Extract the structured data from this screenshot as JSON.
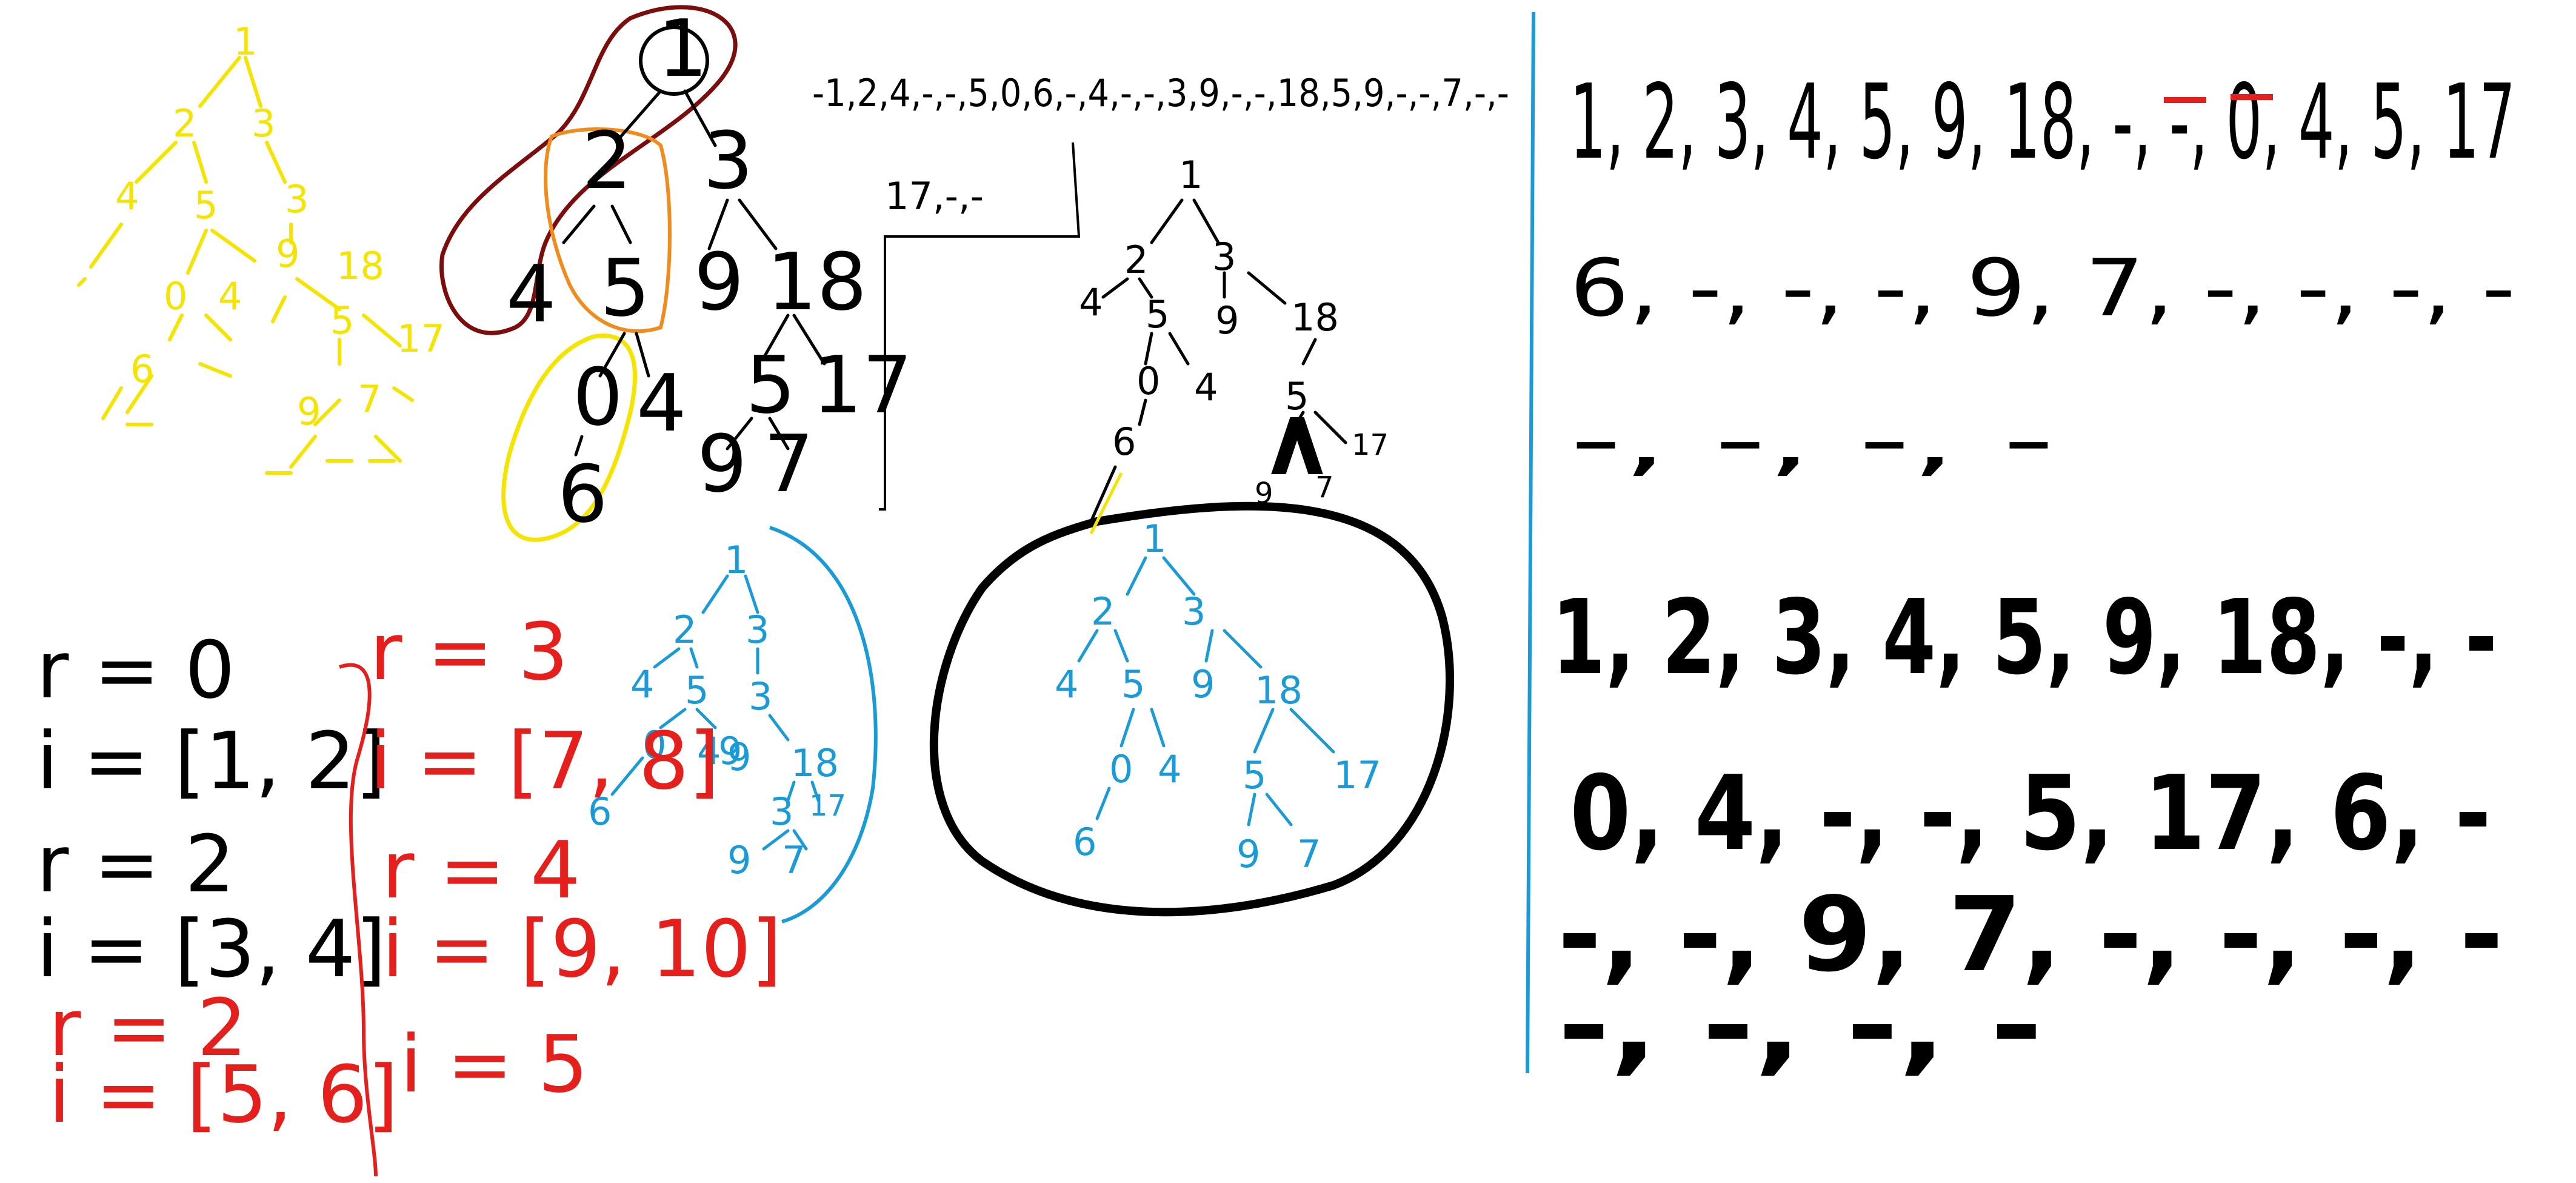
{
  "colors": {
    "yellow": "#f5e400",
    "red": "#e5201c",
    "blue": "#1a9ad6",
    "black": "#000000",
    "darkred": "#7b0d0d",
    "orange": "#f08c1e"
  },
  "top_tree": {
    "nodes": [
      "1",
      "2",
      "3",
      "4",
      "5",
      "9",
      "18",
      "0",
      "4",
      "5",
      "17",
      "6",
      "9",
      "7"
    ]
  },
  "top_sequence": "-1,2,4,-,-,5,0,6,-,4,-,-,3,9,-,-,18,5,9,-,-,7,-,-",
  "top_sequence_tail": "17,-,-",
  "middle_tree": {
    "nodes": [
      "1",
      "2",
      "3",
      "4",
      "5",
      "9",
      "18",
      "0",
      "4",
      "5",
      "17",
      "6",
      "9",
      "7"
    ]
  },
  "circled_tree": {
    "nodes": [
      "1",
      "2",
      "3",
      "4",
      "5",
      "9",
      "18",
      "0",
      "4",
      "5",
      "17",
      "6",
      "9",
      "7"
    ]
  },
  "blue_tree": {
    "nodes": [
      "1",
      "2",
      "3",
      "4",
      "5",
      "3",
      "9",
      "18",
      "6",
      "0",
      "4",
      "9",
      "3",
      "17",
      "9",
      "7"
    ]
  },
  "level_notes": {
    "col1": [
      {
        "r": "r = 0",
        "i": "i = [1, 2]"
      },
      {
        "r": "r = 2",
        "i": "i = [3, 4]"
      },
      {
        "r": "r = 2",
        "i": "i = [5, 6]"
      }
    ],
    "col2": [
      {
        "r": "r = 3",
        "i": "i = [7, 8]"
      },
      {
        "r": "r = 4",
        "i": "i = [9, 10]"
      },
      {
        "r": "",
        "i": "i = 5"
      }
    ]
  },
  "right_upper": {
    "line1": "1, 2, 3, 4, 5, 9, 18, -, -, 0, 4, 5, 17",
    "line2": "6, -, -, -, 9, 7, -, -, -, -",
    "line3": "-, -, -, -"
  },
  "right_lower": {
    "line1": "1, 2, 3, 4, 5, 9, 18, -, -",
    "line2": "0, 4, -, -, 5, 17, 6, -",
    "line3": "-, -, 9, 7, -, -, -, -",
    "line4": "-, -, -, -"
  }
}
